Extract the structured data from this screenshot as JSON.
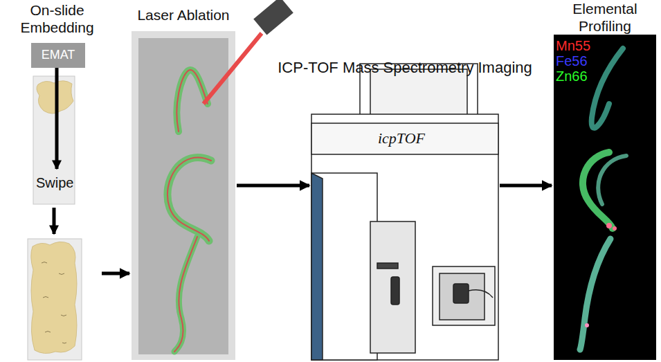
{
  "diagram": {
    "nodes": [
      {
        "text": [
          "On-slide Embedding"
        ]
      },
      {
        "text": [
          "EMAT"
        ],
        "in": 0
      },
      {
        "text": [
          "Laser Ablation"
        ]
      },
      {
        "text": [
          "ICP-TOF Mass Spectrometry Imaging",
          "icpTOF"
        ]
      },
      {
        "text": [
          "Elemental Profiling",
          "Mn55",
          "Fe56",
          "Zn66"
        ]
      }
    ],
    "edges": [
      {
        "from": 0,
        "to": 2,
        "arrow": "to"
      },
      {
        "from": 2,
        "to": 3,
        "arrow": "to"
      },
      {
        "from": 3,
        "to": 4,
        "arrow": "to"
      }
    ],
    "labels": [
      "Swipe"
    ]
  }
}
